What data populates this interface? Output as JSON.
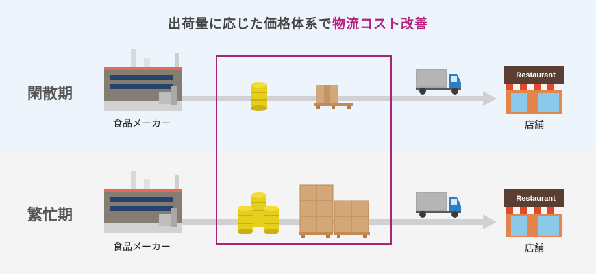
{
  "title": {
    "main": "出荷量に応じた価格体系で",
    "accent": "物流コスト改善"
  },
  "rows": [
    {
      "period": "閑散期",
      "factory_label": "食品メーカー",
      "store_label": "店舗"
    },
    {
      "period": "繁忙期",
      "factory_label": "食品メーカー",
      "store_label": "店舗"
    }
  ],
  "store_sign": "Restaurant",
  "colors": {
    "accent": "#b5217e",
    "frame": "#a8266f",
    "coin": "#e6cf1c",
    "box": "#d3a878",
    "truck_cab": "#2c7fc4"
  }
}
